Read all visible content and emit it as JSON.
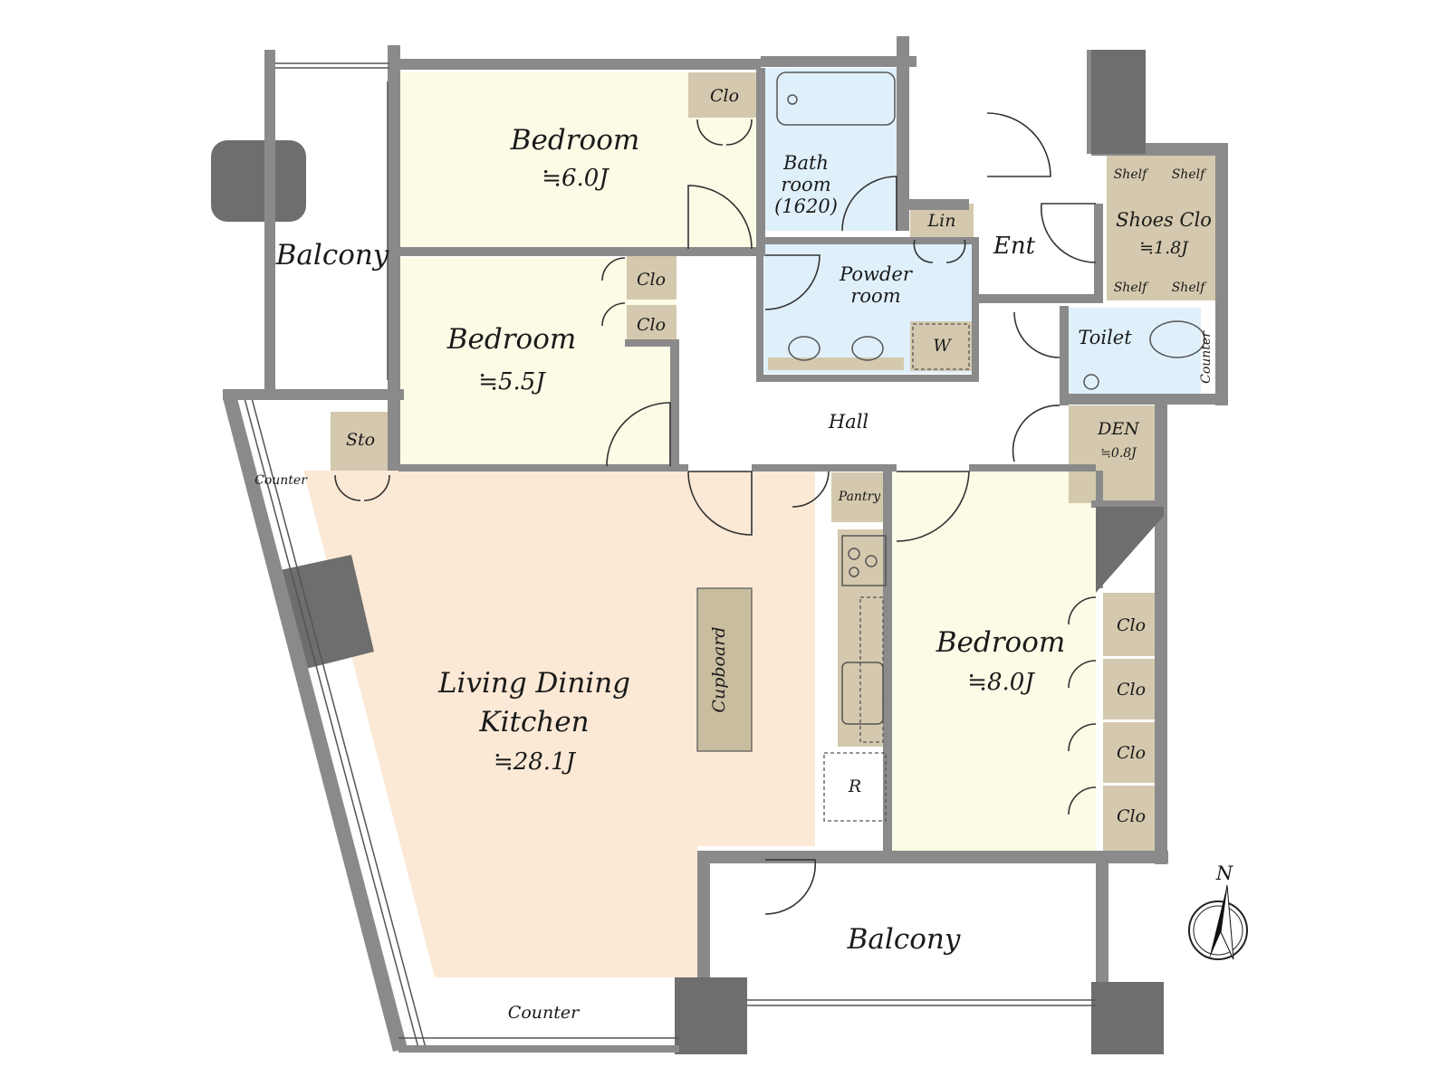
{
  "colors": {
    "living": "#fbe9d6",
    "bedroom": "#fcfbe6",
    "wet": "#dff0fb",
    "storage": "#d4c9ae",
    "wall": "#8a8a8a",
    "dark_column": "#6e6e6e"
  },
  "rooms": {
    "bedroom_1": {
      "name": "Bedroom",
      "area": "≒6.0J"
    },
    "bedroom_2": {
      "name": "Bedroom",
      "area": "≒5.5J"
    },
    "bedroom_3": {
      "name": "Bedroom",
      "area": "≒8.0J"
    },
    "ldk": {
      "name_line1": "Living Dining",
      "name_line2": "Kitchen",
      "area": "≒28.1J"
    },
    "bathroom": {
      "line1": "Bath",
      "line2": "room",
      "line3": "(1620)"
    },
    "powder_room": {
      "line1": "Powder",
      "line2": "room"
    },
    "shoes_clo": {
      "name": "Shoes Clo",
      "area": "≒1.8J"
    },
    "den": {
      "name": "DEN",
      "area": "≒0.8J"
    },
    "toilet": "Toilet",
    "entrance": "Ent",
    "hall": "Hall",
    "balcony_west": "Balcony",
    "balcony_south": "Balcony"
  },
  "storage_labels": {
    "clo": "Clo",
    "lin": "Lin",
    "sto": "Sto",
    "shelf": "Shelf",
    "pantry": "Pantry",
    "washer": "W",
    "fridge": "R",
    "cupboard": "Cupboard"
  },
  "counter_labels": {
    "west": "Counter",
    "south": "Counter",
    "toilet": "Counter"
  },
  "compass": {
    "north": "N"
  }
}
